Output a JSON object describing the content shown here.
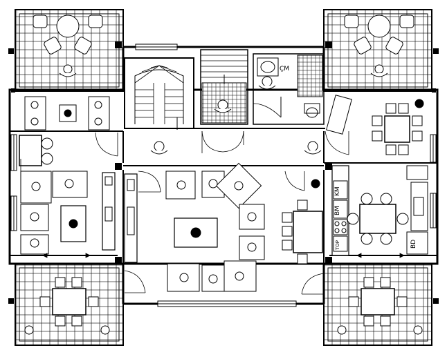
{
  "labels": {
    "wc_basin": "ÇM",
    "kitchen_km": "KM",
    "kitchen_bm": "BM",
    "kitchen_top": "TOP",
    "kitchen_bd": "BD"
  },
  "colors": {
    "line": "#000000",
    "background": "#ffffff"
  },
  "rooms": [
    "balcony-top-left",
    "balcony-top-right",
    "balcony-bottom-left",
    "balcony-bottom-right",
    "staircase",
    "elevator-hall",
    "wc",
    "sitting-room-left",
    "dining-right",
    "living-room",
    "kitchen",
    "corridor"
  ]
}
